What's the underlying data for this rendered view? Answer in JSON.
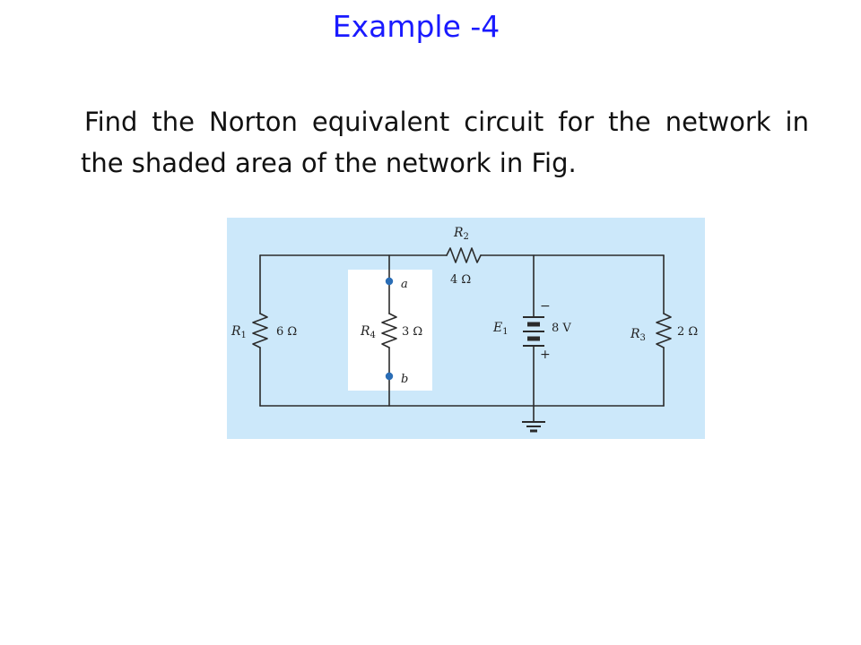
{
  "slide": {
    "title": "Example -4",
    "problem": "Find the Norton equivalent circuit for the network in the shaded area of the network in Fig."
  },
  "colors": {
    "title": "#1a1aff",
    "panel_background": "#cce8fa",
    "shaded_region": "#ffffff",
    "terminal_dot": "#2a6db5",
    "wire": "#2b2b2b"
  },
  "circuit": {
    "r1": {
      "name": "R",
      "sub": "1",
      "value": "6 Ω"
    },
    "r2": {
      "name": "R",
      "sub": "2",
      "value": "4 Ω"
    },
    "r3": {
      "name": "R",
      "sub": "3",
      "value": "2 Ω"
    },
    "r4": {
      "name": "R",
      "sub": "4",
      "value": "3 Ω"
    },
    "e1": {
      "name": "E",
      "sub": "1",
      "value": "8 V",
      "minus": "−",
      "plus": "+"
    },
    "terminal_a": "a",
    "terminal_b": "b"
  }
}
